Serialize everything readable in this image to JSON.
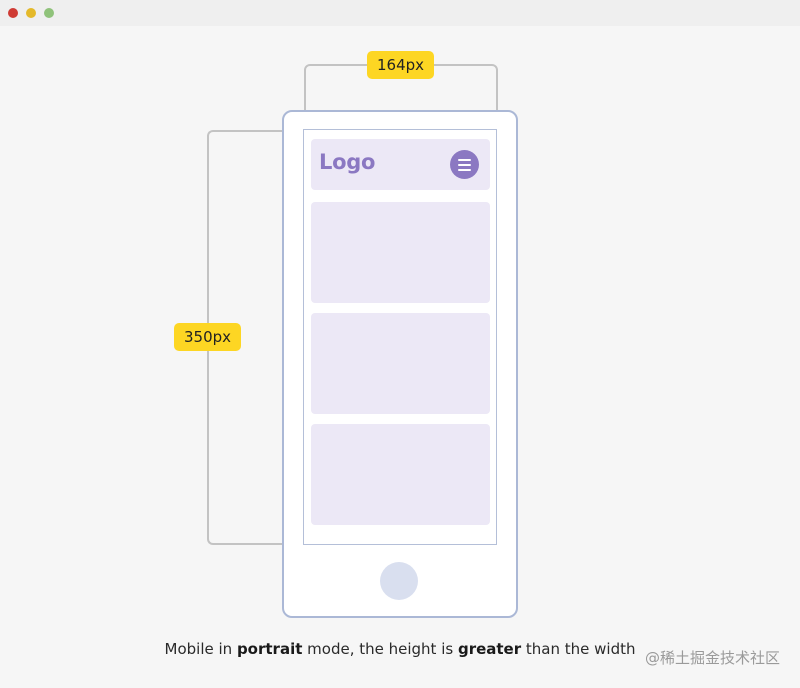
{
  "window": {
    "buttons": [
      "close",
      "minimize",
      "maximize"
    ]
  },
  "dimensions": {
    "width_label": "164px",
    "height_label": "350px"
  },
  "phone": {
    "logo_text": "Logo",
    "menu_icon": "hamburger-icon",
    "content_cards": 3
  },
  "caption": {
    "part1": "Mobile in ",
    "bold1": "portrait",
    "part2": " mode, the height is ",
    "bold2": "greater",
    "part3": " than the width"
  },
  "watermark": "@稀土掘金技术社区",
  "colors": {
    "accent": "#8b78c2",
    "card": "#ece8f6",
    "label_bg": "#fdd623",
    "phone_border": "#abb8d6"
  }
}
